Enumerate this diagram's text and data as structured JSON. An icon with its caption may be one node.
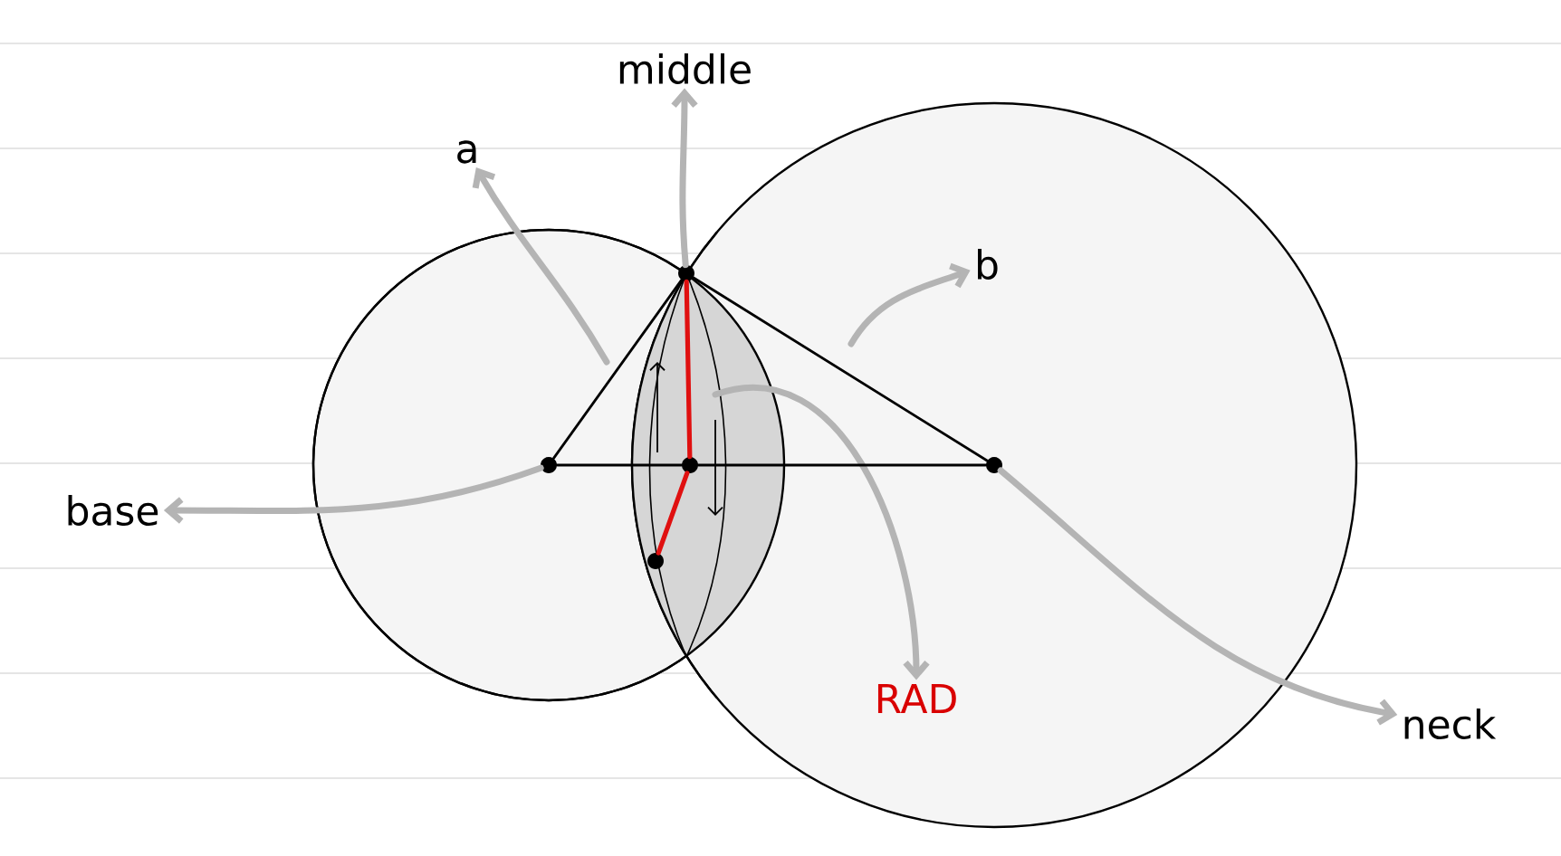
{
  "diagram": {
    "nodes": [
      {
        "text": [
          "middle"
        ]
      },
      {
        "text": [
          "a"
        ]
      },
      {
        "text": [
          "b"
        ]
      },
      {
        "text": [
          "base"
        ]
      },
      {
        "text": [
          "RAD"
        ]
      },
      {
        "text": [
          "neck"
        ]
      },
      {
        "text": [],
        "shape": "circle"
      },
      {
        "text": [],
        "shape": "circle"
      },
      {
        "text": [],
        "shape": "circle"
      },
      {
        "text": [],
        "shape": "circle"
      },
      {
        "text": [],
        "shape": "circle"
      }
    ],
    "edges": [
      {
        "from": 7,
        "to": 3,
        "arrow": "to"
      },
      {
        "from": null,
        "to": 1,
        "arrow": "to"
      },
      {
        "from": 6,
        "to": 0,
        "arrow": "to"
      },
      {
        "from": null,
        "to": 2,
        "arrow": "to"
      },
      {
        "from": null,
        "to": 4,
        "arrow": "to"
      },
      {
        "from": 9,
        "to": 5,
        "arrow": "to"
      },
      {
        "from": 7,
        "to": 8,
        "arrow": "none",
        "color": "#000000"
      },
      {
        "from": 8,
        "to": 9,
        "arrow": "none",
        "color": "#000000"
      },
      {
        "from": 6,
        "to": 7,
        "arrow": "none",
        "color": "#000000"
      },
      {
        "from": 6,
        "to": 9,
        "arrow": "none",
        "color": "#000000"
      },
      {
        "from": 6,
        "to": 8,
        "arrow": "none",
        "color": "#e01010"
      },
      {
        "from": 8,
        "to": 10,
        "arrow": "none",
        "color": "#e01010"
      }
    ]
  }
}
